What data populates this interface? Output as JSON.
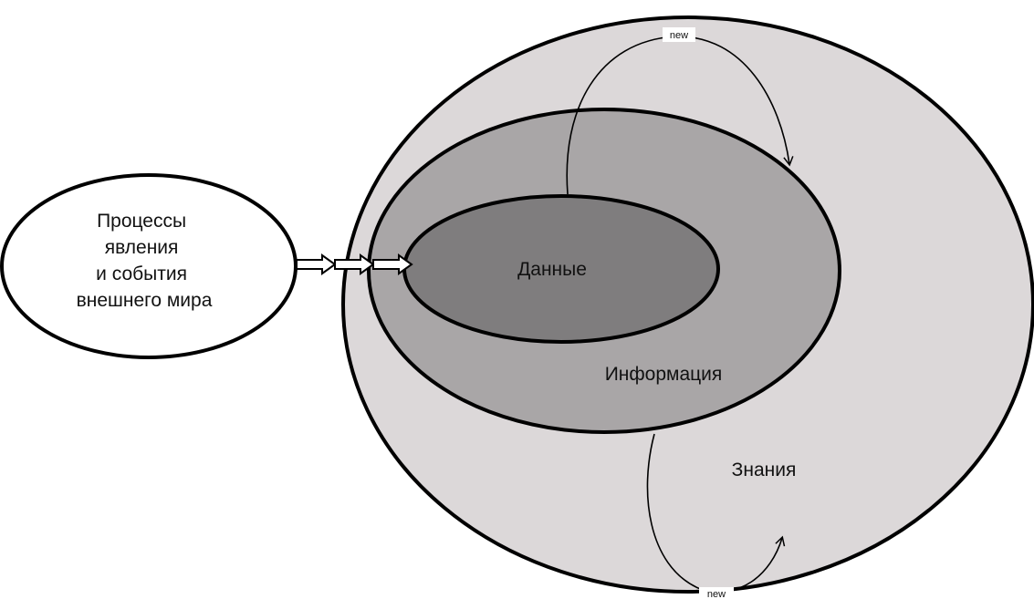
{
  "diagram": {
    "external": {
      "lines": [
        "Процессы",
        "явления",
        "и события",
        "внешнего мира"
      ]
    },
    "data_label": "Данные",
    "info_label": "Информация",
    "knowledge_label": "Знания",
    "loop_top_label": "new",
    "loop_bottom_label": "new",
    "colors": {
      "knowledge_fill": "#dcd8d9",
      "info_fill": "#a9a6a7",
      "data_fill": "#7f7d7e",
      "external_fill": "#ffffff",
      "stroke": "#000000"
    }
  }
}
